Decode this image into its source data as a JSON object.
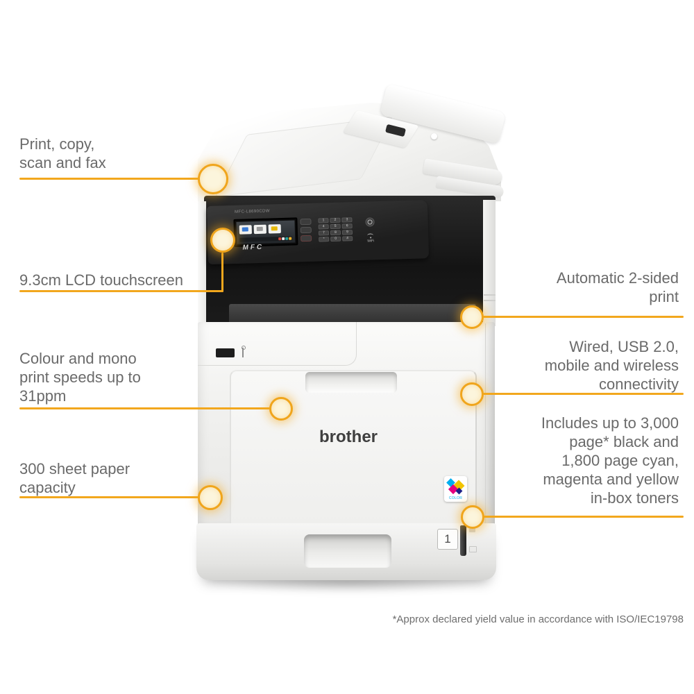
{
  "colors": {
    "accent_line": "#f2a71d",
    "circle_fill": "#fcf5dc",
    "label_text": "#6a6a6a",
    "panel_dark": "#1e1e1e",
    "body_white": "#f1f1ef"
  },
  "callouts": [
    {
      "id": "features",
      "side": "left",
      "label": "Print, copy,\nscan and fax"
    },
    {
      "id": "touchscreen",
      "side": "left",
      "label": "9.3cm LCD touchscreen"
    },
    {
      "id": "speed",
      "side": "left",
      "label": "Colour and mono\nprint speeds up to\n31ppm"
    },
    {
      "id": "paper",
      "side": "left",
      "label": "300 sheet paper\ncapacity"
    },
    {
      "id": "duplex",
      "side": "right",
      "label": "Automatic 2-sided\nprint"
    },
    {
      "id": "connectivity",
      "side": "right",
      "label": "Wired, USB 2.0,\nmobile and wireless\nconnectivity"
    },
    {
      "id": "toners",
      "side": "right",
      "label": "Includes up to 3,000\npage* black and\n1,800 page cyan,\nmagenta and yellow\nin-box toners"
    }
  ],
  "footnote": "*Approx declared yield value in accordance with ISO/IEC19798",
  "printer": {
    "brand": "brother",
    "model": "MFC-L8690CDW",
    "series_label": "MFC",
    "wifi_label": "WiFi",
    "color_badge_label": "COLOR",
    "tray_label": "1",
    "keypad": [
      "1",
      "2",
      "3",
      "4",
      "5",
      "6",
      "7",
      "8",
      "9",
      "*",
      "0",
      "#"
    ]
  }
}
